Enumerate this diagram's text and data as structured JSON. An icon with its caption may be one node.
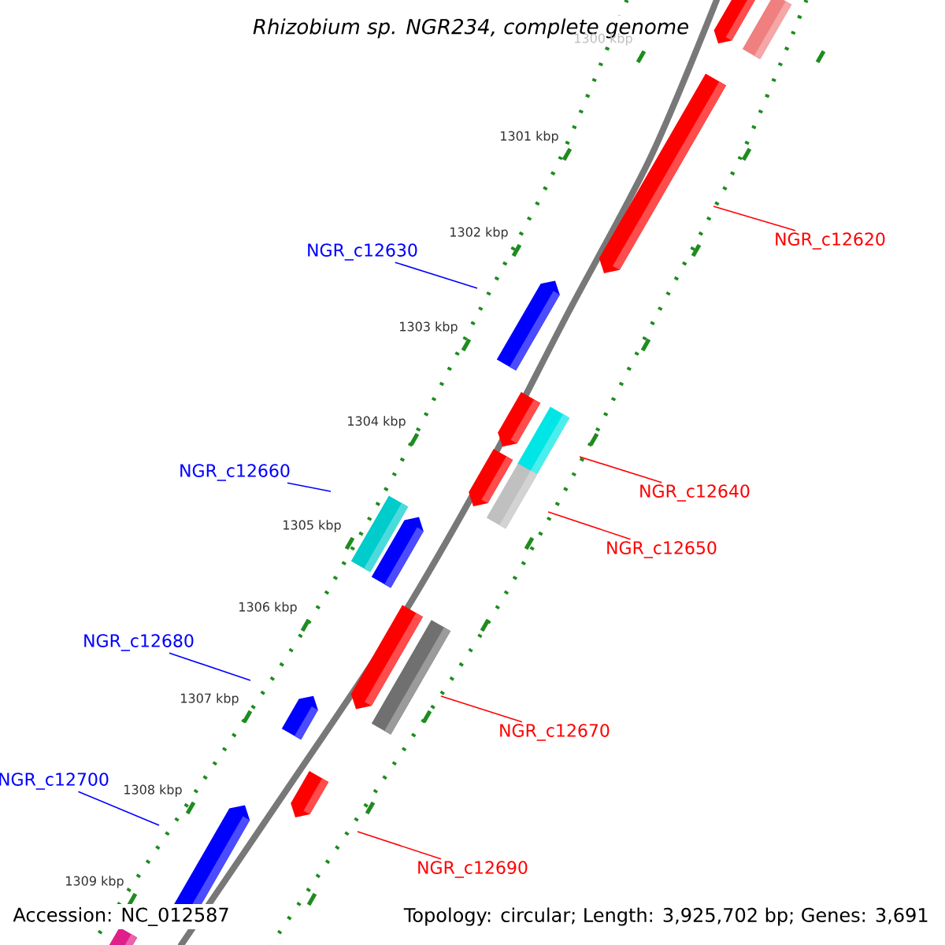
{
  "diagram": {
    "title": "Rhizobium sp. NGR234, complete genome",
    "nodes": [
      {
        "text": [
          "NGR_c12620"
        ]
      },
      {
        "text": [
          "NGR_c12630"
        ]
      },
      {
        "text": [
          "NGR_c12660"
        ]
      },
      {
        "text": [
          "NGR_c12640"
        ]
      },
      {
        "text": [
          "NGR_c12650"
        ]
      },
      {
        "text": [
          "NGR_c12680"
        ]
      },
      {
        "text": [
          "NGR_c12670"
        ]
      },
      {
        "text": [
          "NGR_c12700"
        ]
      },
      {
        "text": [
          "NGR_c12690"
        ]
      }
    ],
    "edges": [
      {
        "from": 0,
        "to": null,
        "arrow": "none"
      },
      {
        "from": 1,
        "to": null,
        "arrow": "none",
        "color": "#0000ff"
      },
      {
        "from": 2,
        "to": null,
        "arrow": "none",
        "color": "#0000ff"
      },
      {
        "from": 3,
        "to": null,
        "arrow": "none"
      },
      {
        "from": 4,
        "to": null,
        "arrow": "none"
      },
      {
        "from": 5,
        "to": null,
        "arrow": "none",
        "color": "#0000ff"
      },
      {
        "from": 6,
        "to": null,
        "arrow": "none"
      },
      {
        "from": 7,
        "to": null,
        "arrow": "none",
        "color": "#0000ff"
      },
      {
        "from": 8,
        "to": null,
        "arrow": "none"
      }
    ],
    "labels": [
      "1300 kbp",
      "1301 kbp",
      "1302 kbp",
      "1303 kbp",
      "1304 kbp",
      "1305 kbp",
      "1306 kbp",
      "1307 kbp",
      "1308 kbp",
      "1309 kbp",
      "Accession: NC_012587",
      "Topology: circular; Length: 3,925,702 bp; Genes: 3,691"
    ]
  }
}
